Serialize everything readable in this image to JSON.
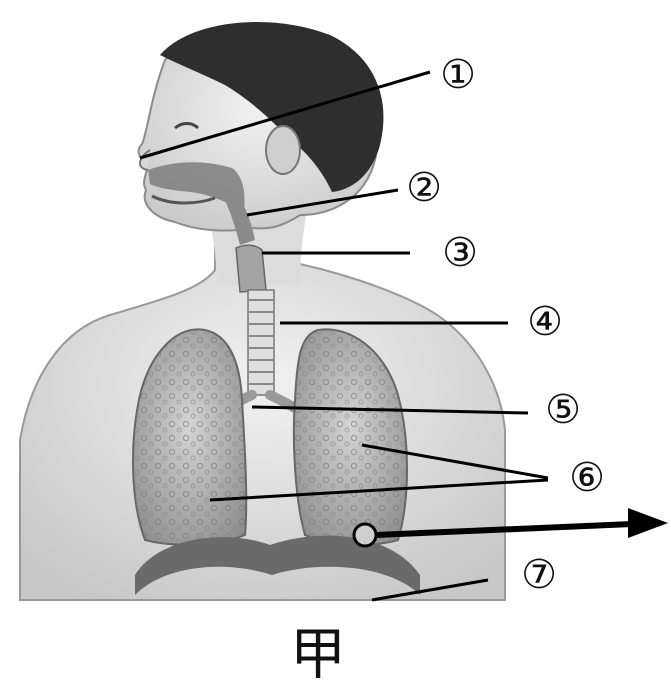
{
  "labels": {
    "l1": "①",
    "l2": "②",
    "l3": "③",
    "l4": "④",
    "l5": "⑤",
    "l6": "⑥",
    "l7": "⑦"
  },
  "caption": "甲"
}
